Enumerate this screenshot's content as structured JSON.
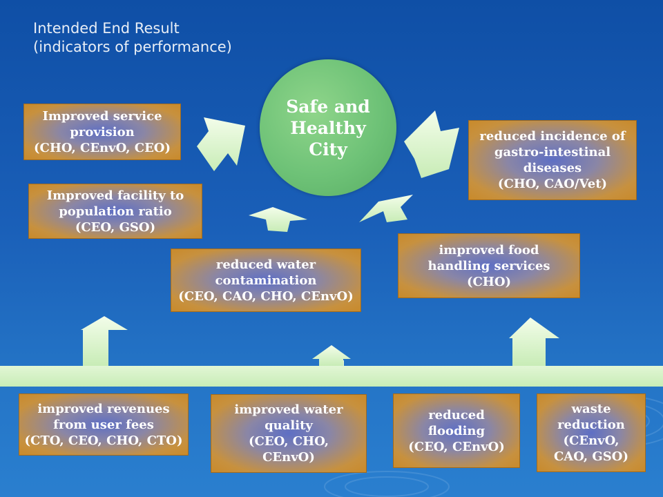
{
  "heading": {
    "line1": "Intended End Result",
    "line2": "(indicators of performance)"
  },
  "center": {
    "lines": [
      "Safe and",
      "Healthy",
      "City"
    ]
  },
  "outcomes": [
    {
      "id": "service-provision",
      "lines": [
        "Improved service",
        "provision",
        "(CHO, CEnvO, CEO)"
      ]
    },
    {
      "id": "facility-ratio",
      "lines": [
        "Improved facility to",
        "population ratio",
        "(CEO, GSO)"
      ]
    },
    {
      "id": "water-contamination",
      "lines": [
        "reduced water",
        "contamination",
        "(CEO, CAO, CHO, CEnvO)"
      ]
    },
    {
      "id": "food-handling",
      "lines": [
        "improved food",
        "handling services",
        "(CHO)"
      ]
    },
    {
      "id": "gastro-diseases",
      "lines": [
        "reduced incidence of",
        "gastro-intestinal",
        "diseases",
        "(CHO, CAO/Vet)"
      ]
    }
  ],
  "inputs": [
    {
      "id": "revenues",
      "lines": [
        "improved revenues",
        "from user fees",
        "(CTO, CEO, CHO, CTO)"
      ]
    },
    {
      "id": "water-quality",
      "lines": [
        "improved water",
        "quality",
        "(CEO, CHO,",
        "CEnvO)"
      ]
    },
    {
      "id": "flooding",
      "lines": [
        "reduced",
        "flooding",
        "(CEO, CEnvO)"
      ]
    },
    {
      "id": "waste",
      "lines": [
        "waste",
        "reduction",
        "(CEnvO,",
        "CAO, GSO)"
      ]
    }
  ],
  "colors": {
    "background": "#1a5fb8",
    "circle": "#6ec277",
    "box_edge": "#c98a2b",
    "box_center": "#5e6fc4",
    "arrow": "#dcf7cc"
  }
}
